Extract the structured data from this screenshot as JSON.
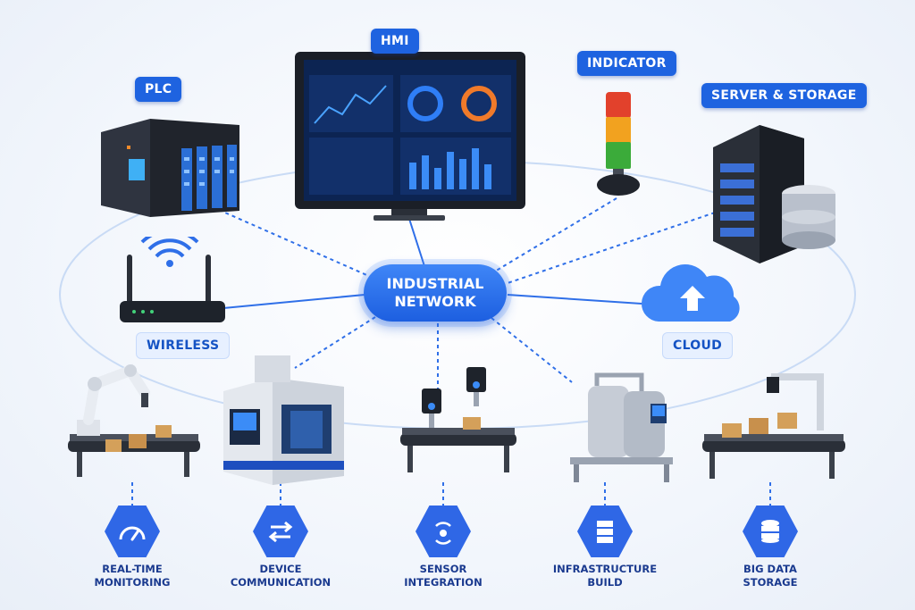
{
  "hub": {
    "line1": "INDUSTRIAL",
    "line2": "NETWORK"
  },
  "top_labels": {
    "plc": "PLC",
    "hmi": "HMI",
    "indicator": "INDICATOR",
    "server": "SERVER & STORAGE",
    "wireless": "WIRELESS",
    "cloud": "CLOUD"
  },
  "capabilities": [
    {
      "line1": "REAL-TIME",
      "line2": "MONITORING",
      "icon": "gauge-icon"
    },
    {
      "line1": "DEVICE",
      "line2": "COMMUNICATION",
      "icon": "swap-arrows-icon"
    },
    {
      "line1": "SENSOR",
      "line2": "INTEGRATION",
      "icon": "sensor-icon"
    },
    {
      "line1": "INFRASTRUCTURE",
      "line2": "BUILD",
      "icon": "server-rack-icon"
    },
    {
      "line1": "BIG DATA",
      "line2": "STORAGE",
      "icon": "database-icon"
    }
  ],
  "colors": {
    "accent": "#1e63e0",
    "hex": "#2f67e6",
    "caption": "#1a3a8f",
    "ring": "#bcd3f5"
  }
}
